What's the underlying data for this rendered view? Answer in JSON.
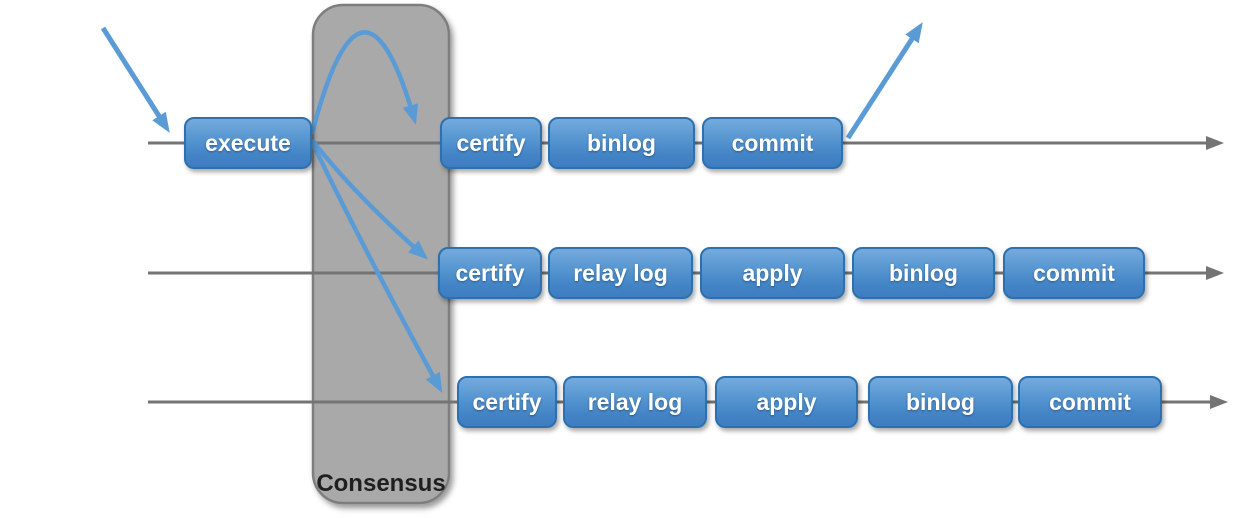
{
  "consensus_label": "Consensus",
  "colors": {
    "step_gradient_top": "#74abdd",
    "step_gradient_bottom": "#3e7ec0",
    "step_border": "#2e6fae",
    "step_text": "#ffffff",
    "arrow_blue": "#5b9bd5",
    "flow_line_gray": "#747474",
    "consensus_fill": "#a9a9a9",
    "consensus_border": "#7e7e7e",
    "consensus_text": "#1f1f1f"
  },
  "lanes": [
    {
      "steps": [
        "execute",
        "certify",
        "binlog",
        "commit"
      ]
    },
    {
      "steps": [
        "certify",
        "relay log",
        "apply",
        "binlog",
        "commit"
      ]
    },
    {
      "steps": [
        "certify",
        "relay log",
        "apply",
        "binlog",
        "commit"
      ]
    }
  ]
}
